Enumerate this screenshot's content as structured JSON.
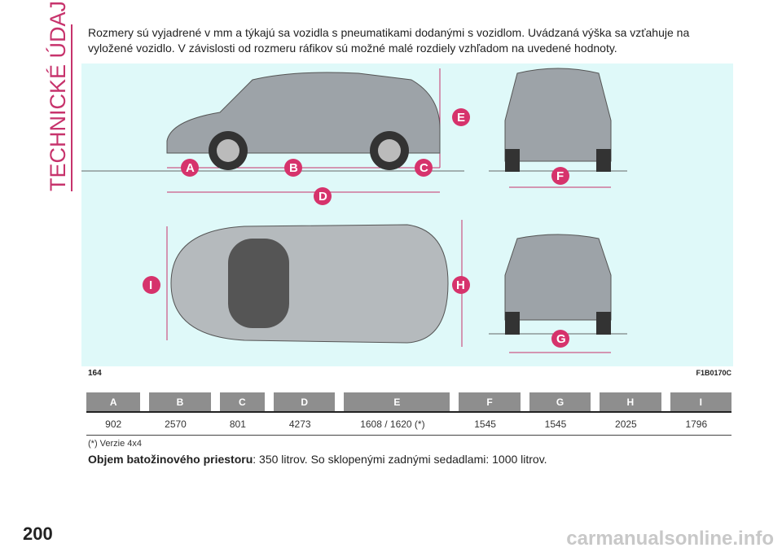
{
  "section_title": "TECHNICKÉ ÚDAJE",
  "intro": "Rozmery sú vyjadrené v mm a týkajú sa vozidla s pneumatikami dodanými s vozidlom. Uvádzaná výška sa vzťahuje na vyložené vozidlo. V závislosti od rozmeru ráfikov sú možné malé rozdiely vzhľadom na uvedené hodnoty.",
  "figure": {
    "number": "164",
    "code": "F1B0170C",
    "labels": [
      "A",
      "B",
      "C",
      "D",
      "E",
      "F",
      "G",
      "H",
      "I"
    ],
    "accent": "#d6336c"
  },
  "table": {
    "headers": [
      "A",
      "B",
      "C",
      "D",
      "E",
      "F",
      "G",
      "H",
      "I"
    ],
    "values": [
      "902",
      "2570",
      "801",
      "4273",
      "1608 / 1620 (*)",
      "1545",
      "1545",
      "2025",
      "1796"
    ]
  },
  "footnote": "(*) Verzie 4x4",
  "cargo": {
    "label": "Objem batožinového priestoru",
    "text": ": 350 litrov. So sklopenými zadnými sedadlami: 1000 litrov."
  },
  "page_number": "200",
  "watermark": "carmanualsonline.info"
}
